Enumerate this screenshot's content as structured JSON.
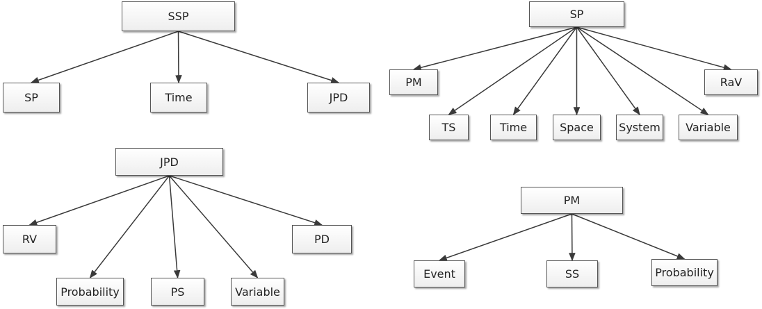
{
  "colors": {
    "node_border": "#555555",
    "node_fill_top": "#ffffff",
    "node_fill_bottom": "#eeeeee",
    "edge": "#3a3a3a"
  },
  "trees": [
    {
      "id": "ssp",
      "root": "SSP",
      "children": [
        "SP",
        "Time",
        "JPD"
      ]
    },
    {
      "id": "sp",
      "root": "SP",
      "children": [
        "PM",
        "TS",
        "Time",
        "Space",
        "System",
        "Variable",
        "RaV"
      ]
    },
    {
      "id": "jpd",
      "root": "JPD",
      "children": [
        "RV",
        "Probability",
        "PS",
        "Variable",
        "PD"
      ]
    },
    {
      "id": "pm",
      "root": "PM",
      "children": [
        "Event",
        "SS",
        "Probability"
      ]
    }
  ]
}
